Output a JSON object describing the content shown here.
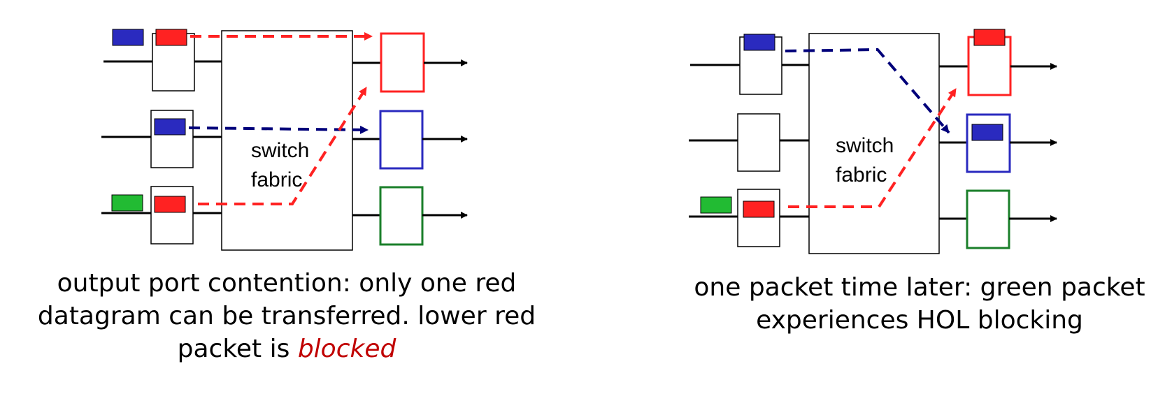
{
  "colors": {
    "red": "#ff2222",
    "blue": "#2a2abf",
    "navy": "#00007a",
    "green": "#22bb33",
    "dark_green": "#1a7f2a",
    "blocked_text": "#c00000"
  },
  "left_panel": {
    "fabric_label_line1": "switch",
    "fabric_label_line2": "fabric",
    "caption_part1": "output port contention: only one red datagram can be transferred. lower red packet is ",
    "caption_emphasis": "blocked"
  },
  "right_panel": {
    "fabric_label_line1": "switch",
    "fabric_label_line2": "fabric",
    "caption": "one packet time later: green packet experiences HOL blocking"
  }
}
